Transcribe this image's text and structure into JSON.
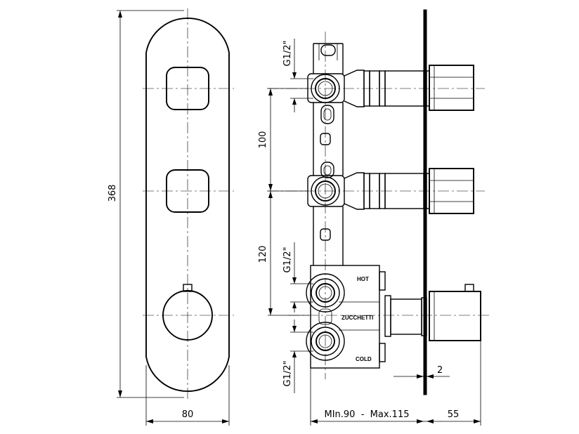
{
  "dimensions": {
    "overall_height": "368",
    "plate_width": "80",
    "spacing_upper": "100",
    "spacing_lower": "120",
    "wall_thickness": "2",
    "depth_range": "MIn.90  -  Max.115",
    "protrusion": "55"
  },
  "connections": {
    "upper": "G1/2\"",
    "middle": "G1/2\"",
    "lower": "G1/2\""
  },
  "labels": {
    "hot": "HOT",
    "brand": "ZUCCHETTI",
    "cold": "COLD"
  }
}
